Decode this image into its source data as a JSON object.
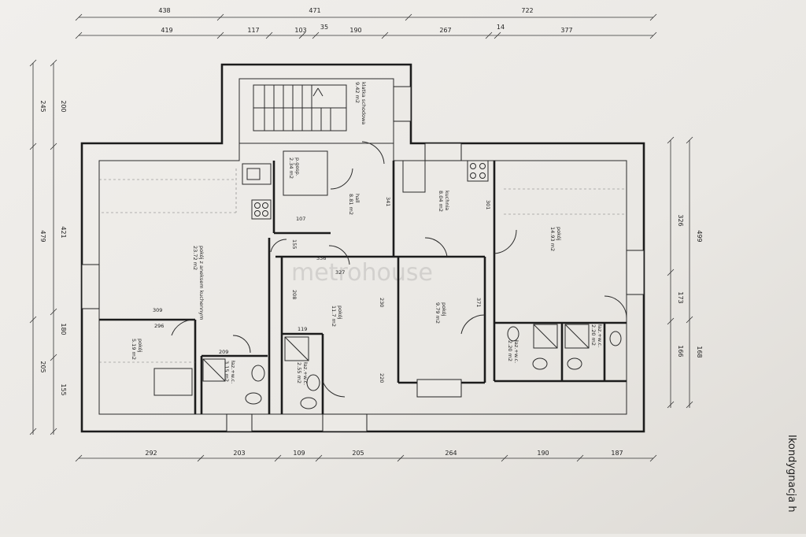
{
  "plan_title": "Ikondygnacja h",
  "watermark": "metrohouse",
  "dimensions": {
    "top_row1": [
      "438",
      "471",
      "722"
    ],
    "top_row2": [
      "419",
      "117",
      "103",
      "35",
      "190",
      "267",
      "14",
      "377"
    ],
    "bottom_row": [
      "292",
      "203",
      "109",
      "205",
      "264",
      "190",
      "187"
    ],
    "left_outer": [
      "245",
      "479",
      "205"
    ],
    "left_inner": [
      "200",
      "421",
      "180",
      "155"
    ],
    "right_inner": [
      "326",
      "173",
      "166"
    ],
    "right_outer": [
      "499",
      "168"
    ],
    "interior": [
      "341",
      "301",
      "107",
      "155",
      "336",
      "327",
      "309",
      "296",
      "209",
      "208",
      "119",
      "230",
      "220",
      "371"
    ]
  },
  "rooms": [
    {
      "name": "klatka schodowa",
      "area": "9.42 m2"
    },
    {
      "name": "p.gosp.",
      "area": "2.34 m2"
    },
    {
      "name": "hall",
      "area": "8.81 m2"
    },
    {
      "name": "kuchnia",
      "area": "8.04 m2"
    },
    {
      "name": "pokój",
      "area": "14.93 m2"
    },
    {
      "name": "pokój z aneksem kuchennym",
      "area": "23.72 m2"
    },
    {
      "name": "pokój",
      "area": "11.7 m2"
    },
    {
      "name": "pokój",
      "area": "9.79 m2"
    },
    {
      "name": "pokój",
      "area": "5.19 m2"
    },
    {
      "name": "łaz.+w.c.",
      "area": "3.15 m2"
    },
    {
      "name": "łaz.+w.c.",
      "area": "2.55 m2"
    },
    {
      "name": "łaz.+w.c.",
      "area": "2.20 m2"
    },
    {
      "name": "łaz.+w.c.",
      "area": "2.20 m2"
    }
  ]
}
